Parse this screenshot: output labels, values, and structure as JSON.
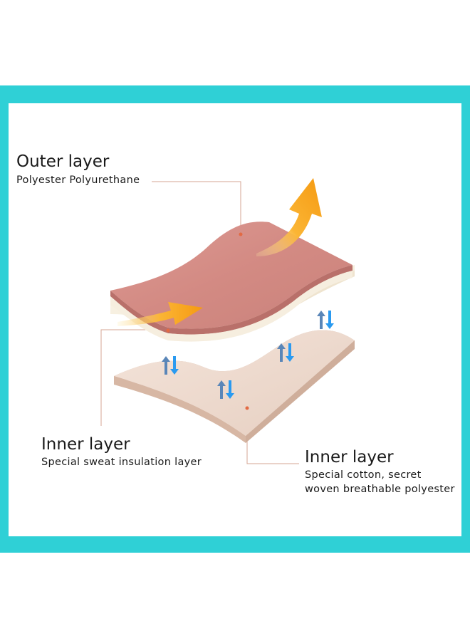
{
  "labels": {
    "outer": {
      "title": "Outer layer",
      "subtitle": "Polyester Polyurethane"
    },
    "inner_left": {
      "title": "Inner layer",
      "subtitle": "Special sweat insulation layer"
    },
    "inner_right": {
      "title": "Inner layer",
      "subtitle_line1": "Special cotton, secret",
      "subtitle_line2": "woven breathable polyester"
    }
  },
  "colors": {
    "frame": "#2fd0d6",
    "outer_layer": "#d9918a",
    "middle_layer": "#f3ead9",
    "inner_layer": "#ead6c9",
    "heat_arrow": "#f9a820",
    "airflow_up": "#5a86b8",
    "airflow_down": "#2a9af0",
    "leader_line": "#d6a593"
  },
  "icons": [
    "heat-arrow-icon",
    "airflow-arrows-icon"
  ]
}
